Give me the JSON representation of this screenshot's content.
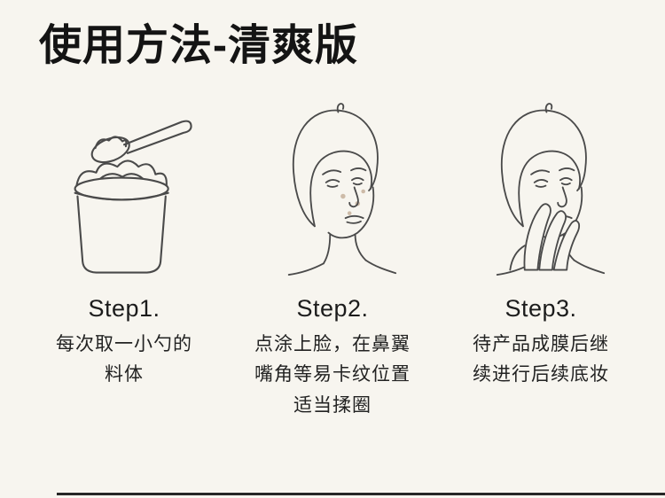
{
  "title": "使用方法-清爽版",
  "steps": [
    {
      "label": "Step1.",
      "illustration": "jar-with-spoon",
      "lines": [
        "每次取一小勺的",
        "料体"
      ]
    },
    {
      "label": "Step2.",
      "illustration": "face-with-dots",
      "lines": [
        "点涂上脸，在鼻翼",
        "嘴角等易卡纹位置",
        "适当揉圈"
      ]
    },
    {
      "label": "Step3.",
      "illustration": "face-with-hand",
      "lines": [
        "待产品成膜后继",
        "续进行后续底妆"
      ]
    }
  ],
  "colors": {
    "background": "#f7f5ef",
    "text": "#1a1a1a",
    "line_art": "#4a4a4a",
    "product_dot": "#cdbba8",
    "divider": "#262626"
  }
}
